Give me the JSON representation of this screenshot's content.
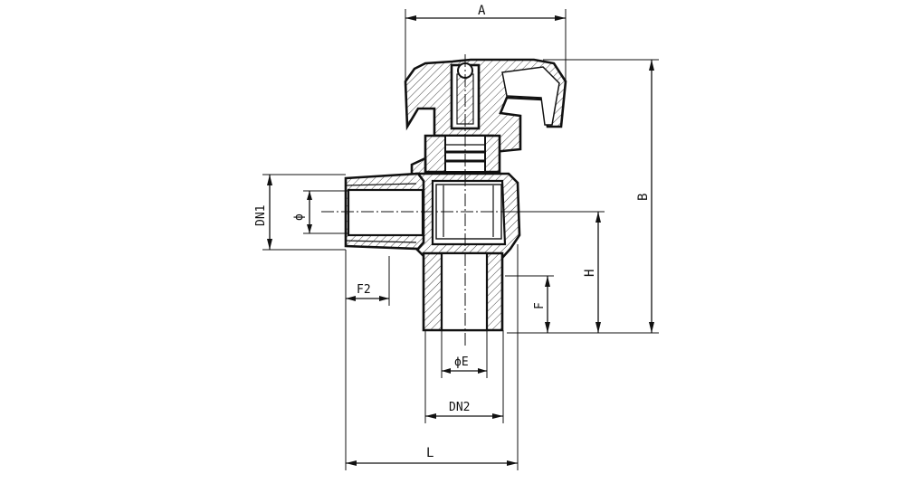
{
  "dimensions": {
    "A": "A",
    "B": "B",
    "H": "H",
    "F": "F",
    "F2": "F2",
    "DN1": "DN1",
    "DN2": "DN2",
    "phi": "ϕ",
    "phiE": "ϕE",
    "L": "L"
  }
}
